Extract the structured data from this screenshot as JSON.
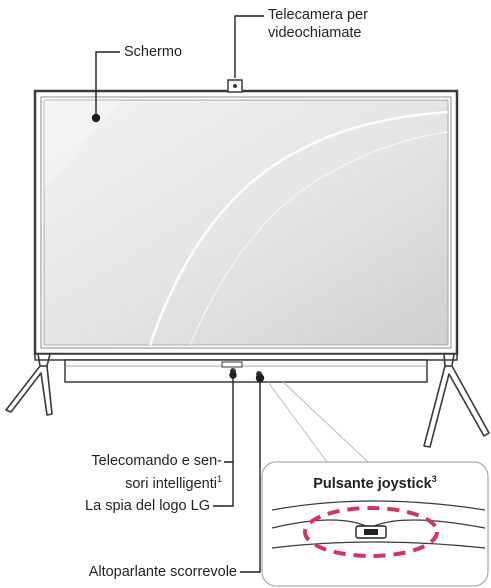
{
  "diagram": {
    "labels": {
      "camera_line1": "Telecamera per",
      "camera_line2": "videochiamate",
      "screen": "Schermo",
      "remote_line1": "Telecomando e sen-",
      "remote_line2": "sori intelligenti",
      "remote_note": "1",
      "logo_light": "La spia del logo LG",
      "speaker": "Altoparlante scorrevole"
    },
    "inset": {
      "title": "Pulsante joystick",
      "note": "3"
    },
    "colors": {
      "ink": "#231f20",
      "frame": "#3a3a3a",
      "screen_fill": "#e6e6e6",
      "inset_dash": "#d5355a",
      "callout_line": "#bdbdbd"
    }
  }
}
